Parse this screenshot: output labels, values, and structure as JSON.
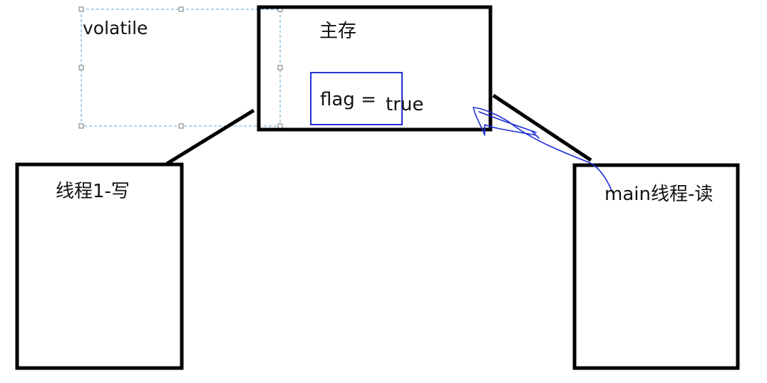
{
  "diagram": {
    "volatile_note": "volatile",
    "main_memory": {
      "title": "主存",
      "variable_prefix": "flag =",
      "variable_value": "true"
    },
    "thread_write": {
      "title": "线程1-写"
    },
    "thread_read": {
      "title": "main线程-读"
    }
  },
  "colors": {
    "box_stroke": "#000000",
    "highlight_box": "#2233cc",
    "selection_dash": "#5aa5d6",
    "handle": "#777777",
    "pen_stroke": "#1c2fd6"
  }
}
